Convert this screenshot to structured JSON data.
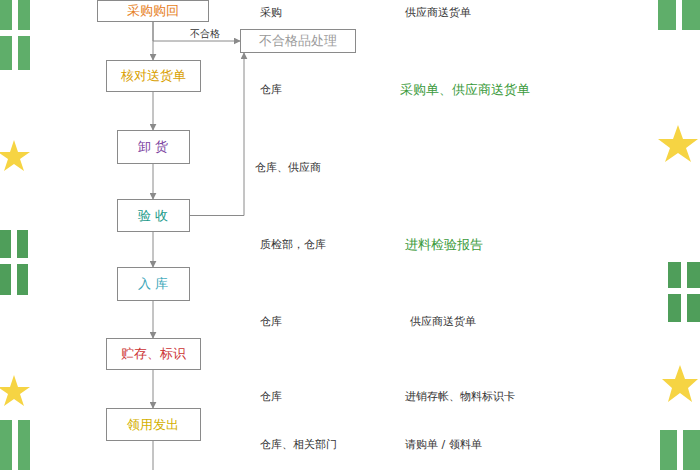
{
  "diagram": {
    "nodes": [
      {
        "text": [
          "采购购回"
        ]
      },
      {
        "text": [
          "不合格品处理"
        ]
      },
      {
        "text": [
          "核对送货单"
        ]
      },
      {
        "text": [
          "卸 货"
        ]
      },
      {
        "text": [
          "验 收"
        ]
      },
      {
        "text": [
          "入 库"
        ]
      },
      {
        "text": [
          "贮存、标识"
        ]
      },
      {
        "text": [
          "领用发出"
        ]
      }
    ],
    "edges": [
      {
        "from": 0,
        "to": 2,
        "arrow": "to"
      },
      {
        "from": 0,
        "to": 1,
        "label": "不合格",
        "arrow": "to"
      },
      {
        "from": 2,
        "to": 3,
        "arrow": "to"
      },
      {
        "from": 3,
        "to": 4,
        "arrow": "to"
      },
      {
        "from": 4,
        "to": 1,
        "arrow": "to"
      },
      {
        "from": 4,
        "to": 5,
        "arrow": "to"
      },
      {
        "from": 5,
        "to": 6,
        "arrow": "to"
      },
      {
        "from": 6,
        "to": 7,
        "arrow": "to"
      }
    ],
    "labels": [
      "采购",
      "供应商送货单",
      "仓库",
      "采购单、供应商送货单",
      "仓库、供应商",
      "质检部，仓库",
      "进料检验报告",
      "仓库",
      "供应商送货单",
      "仓库",
      "进销存帐、物料标识卡",
      "仓库、相关部门",
      "请购单 / 领料单"
    ]
  }
}
